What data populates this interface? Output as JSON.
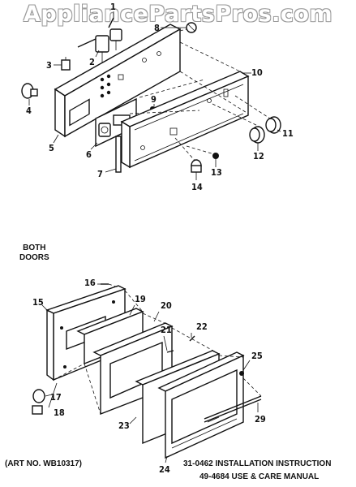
{
  "watermark": "AppliancePartsPros.com",
  "section_label": "BOTH\nDOORS",
  "art_no": "(ART NO. WB10317)",
  "doc_lines": [
    "31-0462 INSTALLATION INSTRUCTION",
    "49-4684 USE & CARE MANUAL"
  ],
  "callouts": {
    "c1": "1",
    "c2": "2",
    "c3": "3",
    "c4": "4",
    "c5": "5",
    "c6": "6",
    "c7": "7",
    "c8": "8",
    "c9": "9",
    "c10": "10",
    "c11": "11",
    "c12": "12",
    "c13": "13",
    "c14": "14",
    "c15": "15",
    "c16": "16",
    "c17": "17",
    "c18": "18",
    "c19": "19",
    "c20": "20",
    "c21": "21",
    "c22": "22",
    "c23": "23",
    "c24": "24",
    "c25": "25",
    "c29": "29"
  }
}
